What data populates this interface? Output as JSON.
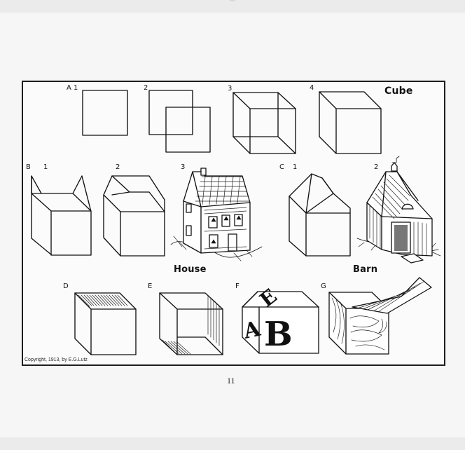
{
  "page": {
    "title": "Cube",
    "copyright": "Copyright, 1913, by E.G.Lutz",
    "page_number": "11"
  },
  "labels": {
    "a1": "A 1",
    "a2": "2",
    "a3": "3",
    "a4": "4",
    "b": "B",
    "b1": "1",
    "b2": "2",
    "b3": "3",
    "c": "C",
    "c1": "1",
    "c2": "2",
    "d": "D",
    "e": "E",
    "f": "F",
    "g": "G"
  },
  "captions": {
    "house": "House",
    "barn": "Barn"
  },
  "block_letters": {
    "top": "E",
    "left": "A",
    "front": "B"
  }
}
